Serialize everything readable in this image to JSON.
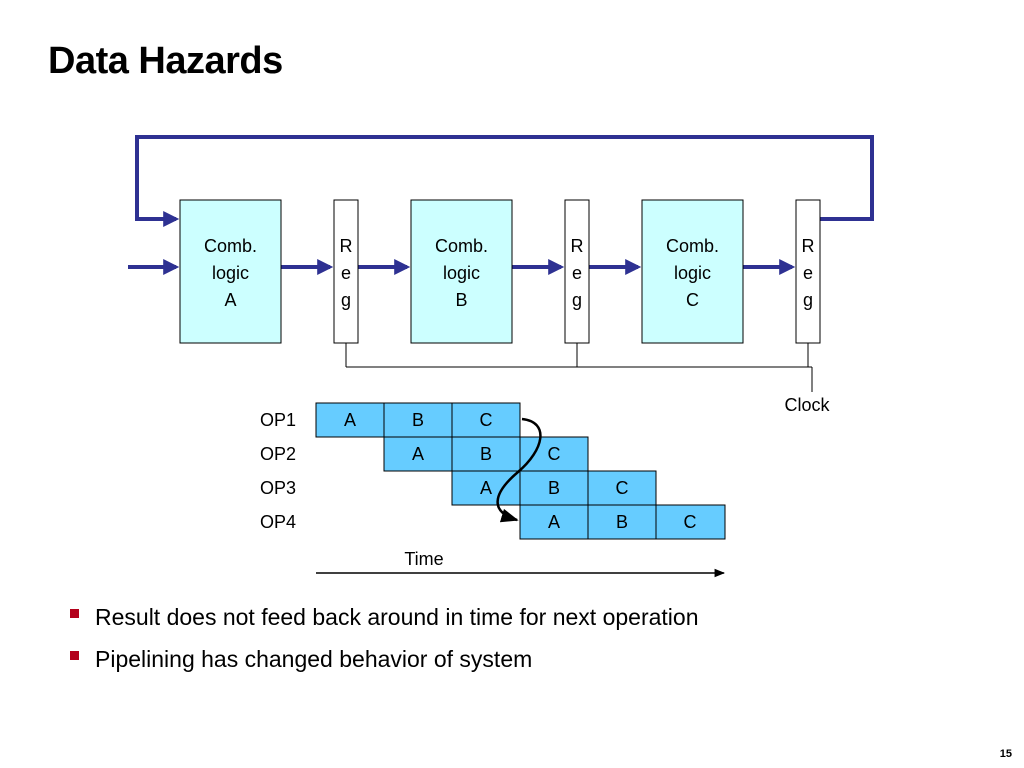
{
  "slide": {
    "title": "Data Hazards",
    "page_number": "15"
  },
  "pipeline": {
    "stages": [
      {
        "line1": "Comb.",
        "line2": "logic",
        "line3": "A"
      },
      {
        "line1": "Comb.",
        "line2": "logic",
        "line3": "B"
      },
      {
        "line1": "Comb.",
        "line2": "logic",
        "line3": "C"
      }
    ],
    "register_letters": [
      "R",
      "e",
      "g"
    ],
    "clock_label": "Clock"
  },
  "timing": {
    "rows": [
      {
        "label": "OP1",
        "cells": [
          "A",
          "B",
          "C"
        ]
      },
      {
        "label": "OP2",
        "cells": [
          "A",
          "B",
          "C"
        ]
      },
      {
        "label": "OP3",
        "cells": [
          "A",
          "B",
          "C"
        ]
      },
      {
        "label": "OP4",
        "cells": [
          "A",
          "B",
          "C"
        ]
      }
    ],
    "time_label": "Time"
  },
  "bullets": [
    "Result does not feed back around in time for next operation",
    "Pipelining has changed behavior of system"
  ],
  "colors": {
    "stage_fill": "#ccffff",
    "cell_fill": "#66ccff",
    "arrow": "#2e3192",
    "bullet": "#b3001b"
  }
}
